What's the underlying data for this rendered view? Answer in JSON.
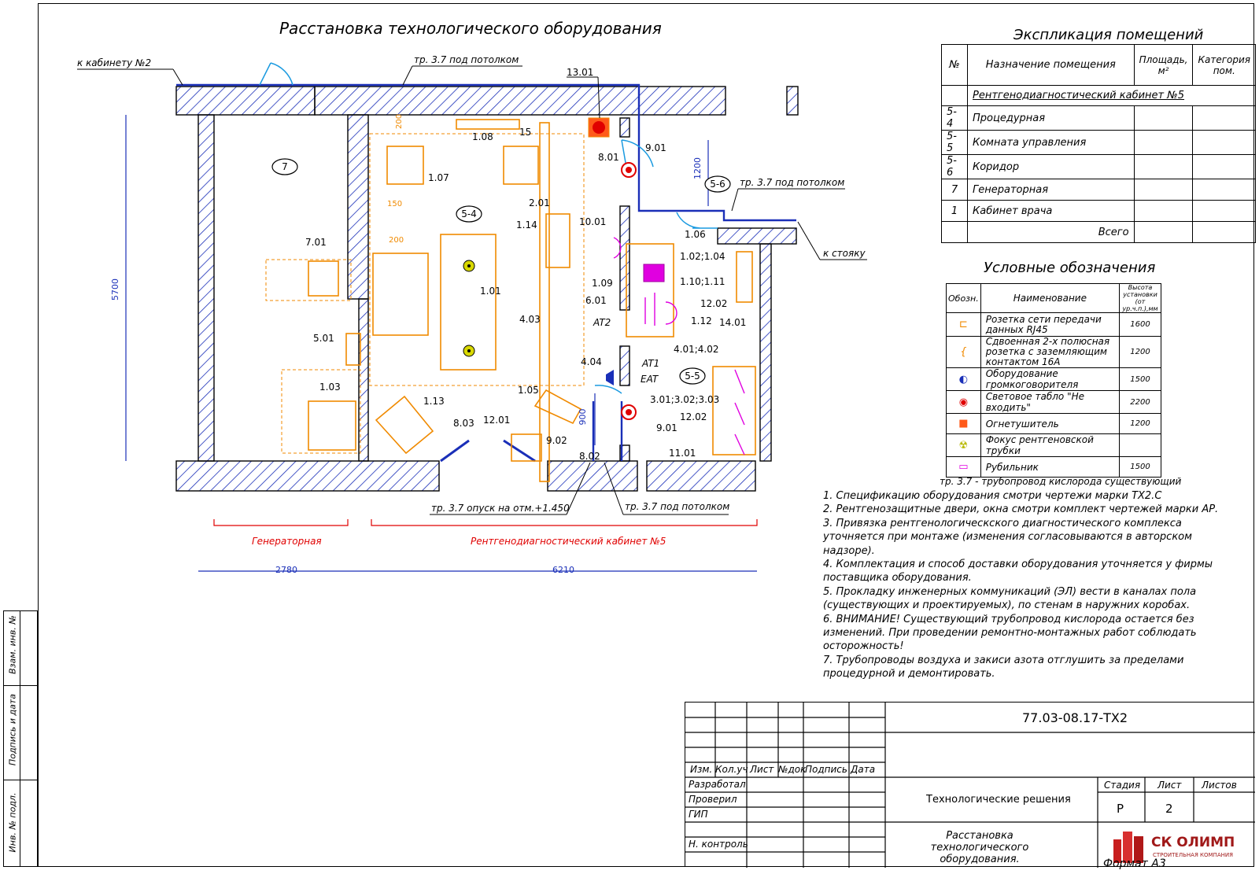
{
  "drawing": {
    "title": "Расстановка технологического оборудования",
    "labels": {
      "to_cab2": "к кабинету №2",
      "pipe_top": "тр. 3.7 под потолком",
      "pipe_right": "тр. 3.7 под потолком",
      "to_riser": "к стояку",
      "pipe_down": "тр. 3.7 опуск на отм.+1.450",
      "pipe_bottom": "тр. 3.7 под потолком",
      "zone_gen": "Генераторная",
      "zone_xray": "Рентгенодиагностический кабинет №5",
      "dim_2780": "2780",
      "dim_6210": "6210",
      "dim_5700": "5700",
      "dim_1200": "1200",
      "dim_900": "900",
      "dim_200a": "200",
      "dim_150": "150",
      "dim_200b": "200"
    },
    "rooms": [
      "7",
      "5-4",
      "5-6",
      "5-5"
    ],
    "tags": [
      "13.01",
      "1.08",
      "15",
      "1.07",
      "2.01",
      "8.01",
      "9.01",
      "10.01",
      "1.14",
      "7.01",
      "1.01",
      "4.03",
      "1.06",
      "1.02;1.04",
      "1.09",
      "1.10;1.11",
      "6.01",
      "12.02",
      "1.12",
      "14.01",
      "AT2",
      "4.01;4.02",
      "AT1",
      "EAT",
      "4.04",
      "5.01",
      "1.03",
      "1.05",
      "1.13",
      "8.03",
      "12.01",
      "9.02",
      "8.02",
      "3.01;3.02;3.03",
      "9.01",
      "12.02",
      "11.01"
    ]
  },
  "explication": {
    "title": "Экспликация помещений",
    "headers": [
      "№",
      "Назначение помещения",
      "Площадь, м²",
      "Категория пом."
    ],
    "section": "Рентгенодиагностический кабинет №5",
    "rows": [
      {
        "n": "5-4",
        "name": "Процедурная"
      },
      {
        "n": "5-5",
        "name": "Комната управления"
      },
      {
        "n": "5-6",
        "name": "Коридор"
      },
      {
        "n": "7",
        "name": "Генераторная"
      },
      {
        "n": "1",
        "name": "Кабинет врача"
      }
    ],
    "total": "Всего"
  },
  "legend": {
    "title": "Условные обозначения",
    "headers": [
      "Обозн.",
      "Наименование",
      "Высота установки (от ур.ч.п.),мм"
    ],
    "rows": [
      {
        "icon": "rj45-socket-icon",
        "name": "Розетка сети передачи данных RJ45",
        "h": "1600"
      },
      {
        "icon": "double-socket-icon",
        "name": "Сдвоенная 2-х полюсная розетка с заземляющим контактом 16А",
        "h": "1200"
      },
      {
        "icon": "loudspeaker-icon",
        "name": "Оборудование громкоговорителя",
        "h": "1500"
      },
      {
        "icon": "light-sign-icon",
        "name": "Световое табло \"Не входить\"",
        "h": "2200"
      },
      {
        "icon": "extinguisher-icon",
        "name": "Огнетушитель",
        "h": "1200"
      },
      {
        "icon": "radiation-icon",
        "name": "Фокус рентгеновской трубки",
        "h": ""
      },
      {
        "icon": "switch-icon",
        "name": "Рубильник",
        "h": "1500"
      }
    ]
  },
  "notes": {
    "pipe_note": "тр. 3.7 - трубопровод кислорода существующий",
    "items": [
      "1. Спецификацию оборудования смотри чертежи марки ТХ2.С",
      "2. Рентгенозащитные двери, окна смотри комплект чертежей марки АР.",
      "3. Привязка рентгенологическского диагностического комплекса уточняется при монтаже (изменения согласовываются в авторском надзоре).",
      "4. Комплектация и способ доставки оборудования уточняется у фирмы поставщика оборудования.",
      "5. Прокладку инженерных коммуникаций (ЭЛ) вести в каналах пола (существующих и проектируемых), по стенам в наружних коробах.",
      "6. ВНИМАНИЕ! Существующий трубопровод кислорода остается без изменений. При проведении ремонтно-монтажных работ соблюдать осторожность!",
      "7. Трубопроводы воздуха и закиси азота отглушить за пределами процедурной и демонтировать."
    ]
  },
  "stamp": {
    "code": "77.03-08.17-ТХ2",
    "cols": [
      "Изм.",
      "Кол.уч",
      "Лист",
      "№док",
      "Подпись",
      "Дата"
    ],
    "roles": [
      "Разработал",
      "Проверил",
      "ГИП",
      "",
      "Н. контроль"
    ],
    "project": "Технологические решения",
    "sheet_title": "Расстановка технологического оборудования.",
    "stage_label": "Стадия",
    "sheet_label": "Лист",
    "sheets_label": "Листов",
    "stage": "Р",
    "sheet": "2",
    "sheets": "",
    "company": "СК ОЛИМП",
    "company_sub": "СТРОИТЕЛЬНАЯ КОМПАНИЯ",
    "format": "Формат А3"
  },
  "side_stamp": [
    "Взам. инв. №",
    "Подпись и дата",
    "Инв. № подл."
  ],
  "colors": {
    "equip": "#f08a00",
    "pipe": "#1a2fb8",
    "magenta": "#e000e0",
    "red": "#e00000",
    "dim": "#1a2fb8"
  }
}
